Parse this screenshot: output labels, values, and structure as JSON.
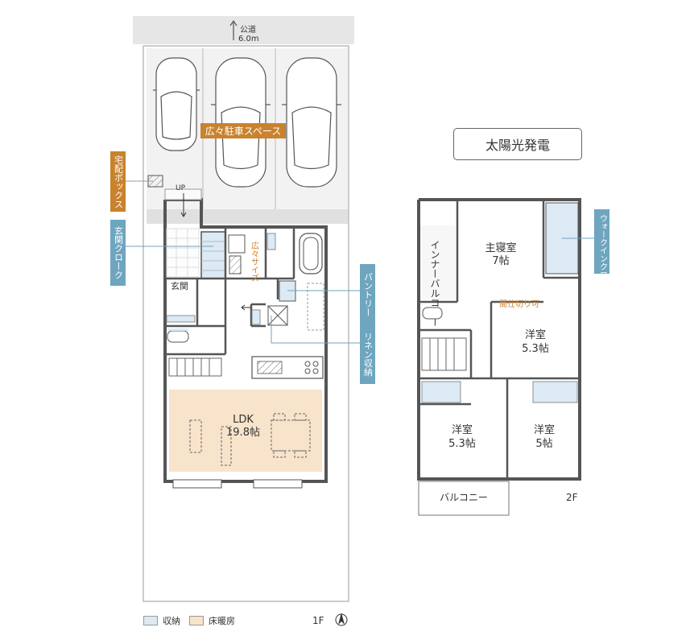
{
  "road": {
    "label": "公道",
    "width": "6.0m"
  },
  "labels": {
    "parking": "広々駐車スペース",
    "delivery_box": "宅配ボックス",
    "entrance_cloak": "玄関クローク",
    "pantry": "パントリー",
    "linen": "リネン収納",
    "wide_size": "広々サイズ",
    "up": "UP",
    "genkan": "玄関",
    "ldk_name": "LDK",
    "ldk_size": "19.8帖",
    "solar": "太陽光発電",
    "master_name": "主寝室",
    "master_size": "7帖",
    "inner_balcony": "インナーバルコニー",
    "walkin": "ウォークインクローゼット",
    "partition": "間仕切り可",
    "west_name": "洋室",
    "west_size": "5.3帖",
    "sw_name": "洋室",
    "sw_size": "5.3帖",
    "se_name": "洋室",
    "se_size": "5帖",
    "balcony": "バルコニー",
    "floor2": "2F",
    "floor1": "1F"
  },
  "legend": [
    {
      "label": "収納",
      "color": "#dbeaf5"
    },
    {
      "label": "床暖房",
      "color": "#f8e3cb"
    }
  ],
  "colors": {
    "orange": "#c9822e",
    "blue": "#6ea5bf",
    "storage": "#dbeaf5",
    "floor_heating": "#f8e3cb",
    "wall": "#555555"
  }
}
